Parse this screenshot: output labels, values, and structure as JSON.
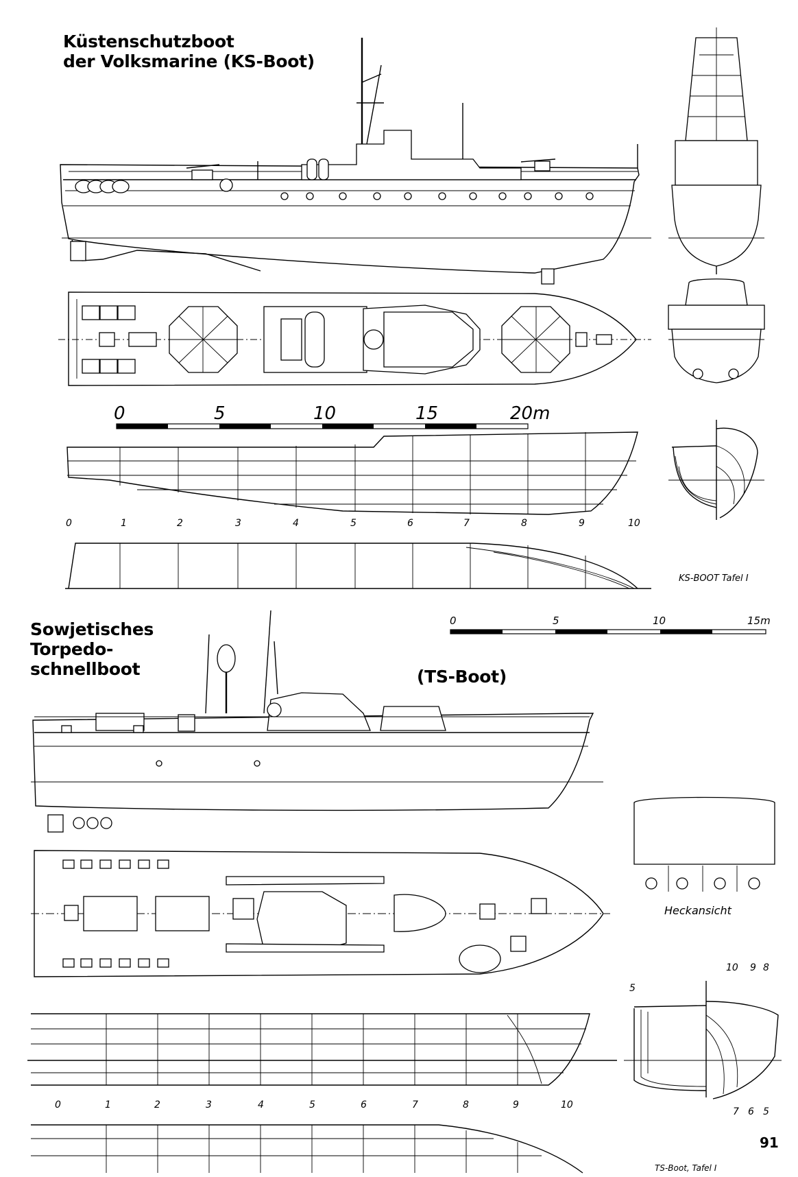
{
  "ks": {
    "title_line1": "Küstenschutzboot",
    "title_line2": "der Volksmarine (KS-Boot)",
    "scale_labels": [
      "0",
      "5",
      "10",
      "15",
      "20m"
    ],
    "stations": [
      "0",
      "1",
      "2",
      "3",
      "4",
      "5",
      "6",
      "7",
      "8",
      "9",
      "10"
    ],
    "plate_caption": "KS-BOOT Tafel I"
  },
  "ts": {
    "title_line1": "Sowjetisches",
    "title_line2": "Torpedo-",
    "title_line3": "schnellboot",
    "subtitle": "(TS-Boot)",
    "scale_labels": [
      "0",
      "5",
      "10",
      "15m"
    ],
    "stations": [
      "0",
      "1",
      "2",
      "3",
      "4",
      "5",
      "6",
      "7",
      "8",
      "9",
      "10"
    ],
    "stern_view_label": "Heckansicht",
    "body_plan_top": [
      "10",
      "9",
      "8"
    ],
    "body_plan_left": "5",
    "body_plan_bottom": [
      "7",
      "6",
      "5"
    ],
    "plate_caption": "TS-Boot, Tafel I"
  },
  "page_number": "91"
}
